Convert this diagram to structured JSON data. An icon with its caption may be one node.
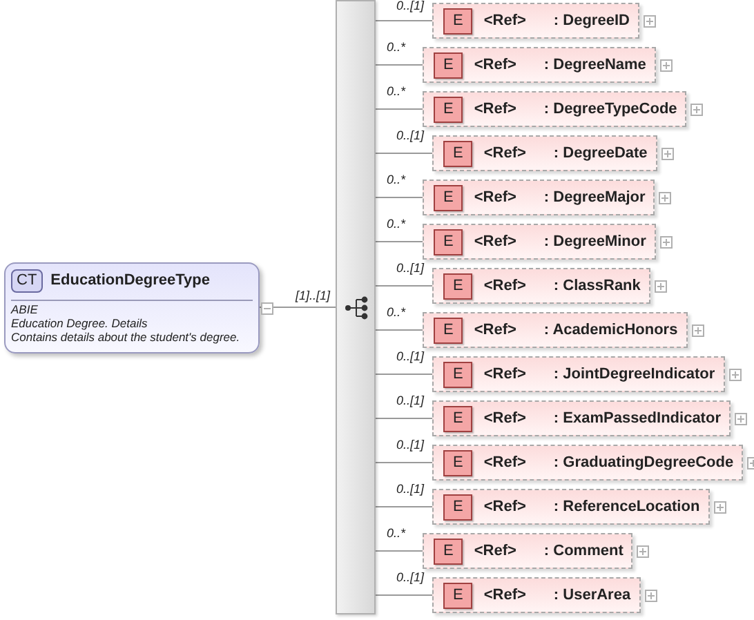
{
  "diagram": {
    "nodes": [
      {
        "text": [
          "CT",
          "EducationDegreeType",
          "ABIE",
          "Education Degree. Details",
          "Contains details about the student's degree."
        ]
      },
      {
        "text": [],
        "shape": "bar"
      },
      {
        "text": [
          "E",
          "<Ref>",
          ": DegreeID"
        ]
      },
      {
        "text": [
          "E",
          "<Ref>",
          ": DegreeName"
        ]
      },
      {
        "text": [
          "E",
          "<Ref>",
          ": DegreeTypeCode"
        ]
      },
      {
        "text": [
          "E",
          "<Ref>",
          ": DegreeDate"
        ]
      },
      {
        "text": [
          "E",
          "<Ref>",
          ": DegreeMajor"
        ]
      },
      {
        "text": [
          "E",
          "<Ref>",
          ": DegreeMinor"
        ]
      },
      {
        "text": [
          "E",
          "<Ref>",
          ": ClassRank"
        ]
      },
      {
        "text": [
          "E",
          "<Ref>",
          ": AcademicHonors"
        ]
      },
      {
        "text": [
          "E",
          "<Ref>",
          ": JointDegreeIndicator"
        ]
      },
      {
        "text": [
          "E",
          "<Ref>",
          ": ExamPassedIndicator"
        ]
      },
      {
        "text": [
          "E",
          "<Ref>",
          ": GraduatingDegreeCode"
        ]
      },
      {
        "text": [
          "E",
          "<Ref>",
          ": ReferenceLocation"
        ]
      },
      {
        "text": [
          "E",
          "<Ref>",
          ": Comment"
        ]
      },
      {
        "text": [
          "E",
          "<Ref>",
          ": UserArea"
        ]
      }
    ],
    "edges": [
      {
        "from": 0,
        "to": 1,
        "arrow": "none",
        "label": "[1]..[1]"
      },
      {
        "from": 1,
        "to": 2,
        "arrow": "none",
        "label": "0..[1]"
      },
      {
        "from": 1,
        "to": 3,
        "arrow": "none",
        "label": "0..*"
      },
      {
        "from": 1,
        "to": 4,
        "arrow": "none",
        "label": "0..*"
      },
      {
        "from": 1,
        "to": 5,
        "arrow": "none",
        "label": "0..[1]"
      },
      {
        "from": 1,
        "to": 6,
        "arrow": "none",
        "label": "0..*"
      },
      {
        "from": 1,
        "to": 7,
        "arrow": "none",
        "label": "0..*"
      },
      {
        "from": 1,
        "to": 8,
        "arrow": "none",
        "label": "0..[1]"
      },
      {
        "from": 1,
        "to": 9,
        "arrow": "none",
        "label": "0..*"
      },
      {
        "from": 1,
        "to": 10,
        "arrow": "none",
        "label": "0..[1]"
      },
      {
        "from": 1,
        "to": 11,
        "arrow": "none",
        "label": "0..[1]"
      },
      {
        "from": 1,
        "to": 12,
        "arrow": "none",
        "label": "0..[1]"
      },
      {
        "from": 1,
        "to": 13,
        "arrow": "none",
        "label": "0..[1]"
      },
      {
        "from": 1,
        "to": 14,
        "arrow": "none",
        "label": "0..*"
      },
      {
        "from": 1,
        "to": 15,
        "arrow": "none",
        "label": "0..[1]"
      }
    ]
  }
}
